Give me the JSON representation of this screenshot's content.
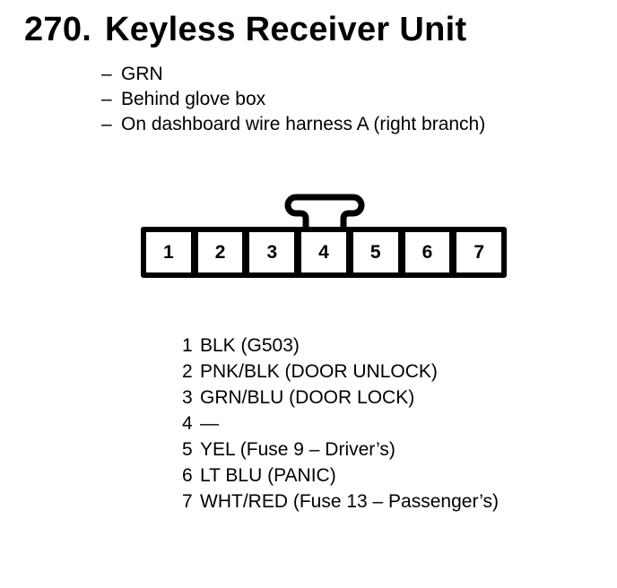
{
  "header": {
    "section_number": "270.",
    "title": "Keyless Receiver Unit"
  },
  "notes": {
    "dash_char": "–",
    "items": [
      "GRN",
      "Behind glove box",
      "On dashboard wire harness A (right branch)"
    ]
  },
  "connector": {
    "latch_icon": "t-shaped-latch",
    "cells": [
      "1",
      "2",
      "3",
      "4",
      "5",
      "6",
      "7"
    ]
  },
  "pinout": {
    "rows": [
      {
        "pin": "1",
        "desc": "BLK (G503)"
      },
      {
        "pin": "2",
        "desc": "PNK/BLK (DOOR UNLOCK)"
      },
      {
        "pin": "3",
        "desc": "GRN/BLU (DOOR LOCK)"
      },
      {
        "pin": "4",
        "desc": "—"
      },
      {
        "pin": "5",
        "desc": "YEL (Fuse 9 – Driver’s)"
      },
      {
        "pin": "6",
        "desc": "LT BLU (PANIC)"
      },
      {
        "pin": "7",
        "desc": "WHT/RED (Fuse 13 – Passenger’s)"
      }
    ]
  },
  "colors": {
    "ink": "#000000",
    "paper": "#ffffff"
  }
}
